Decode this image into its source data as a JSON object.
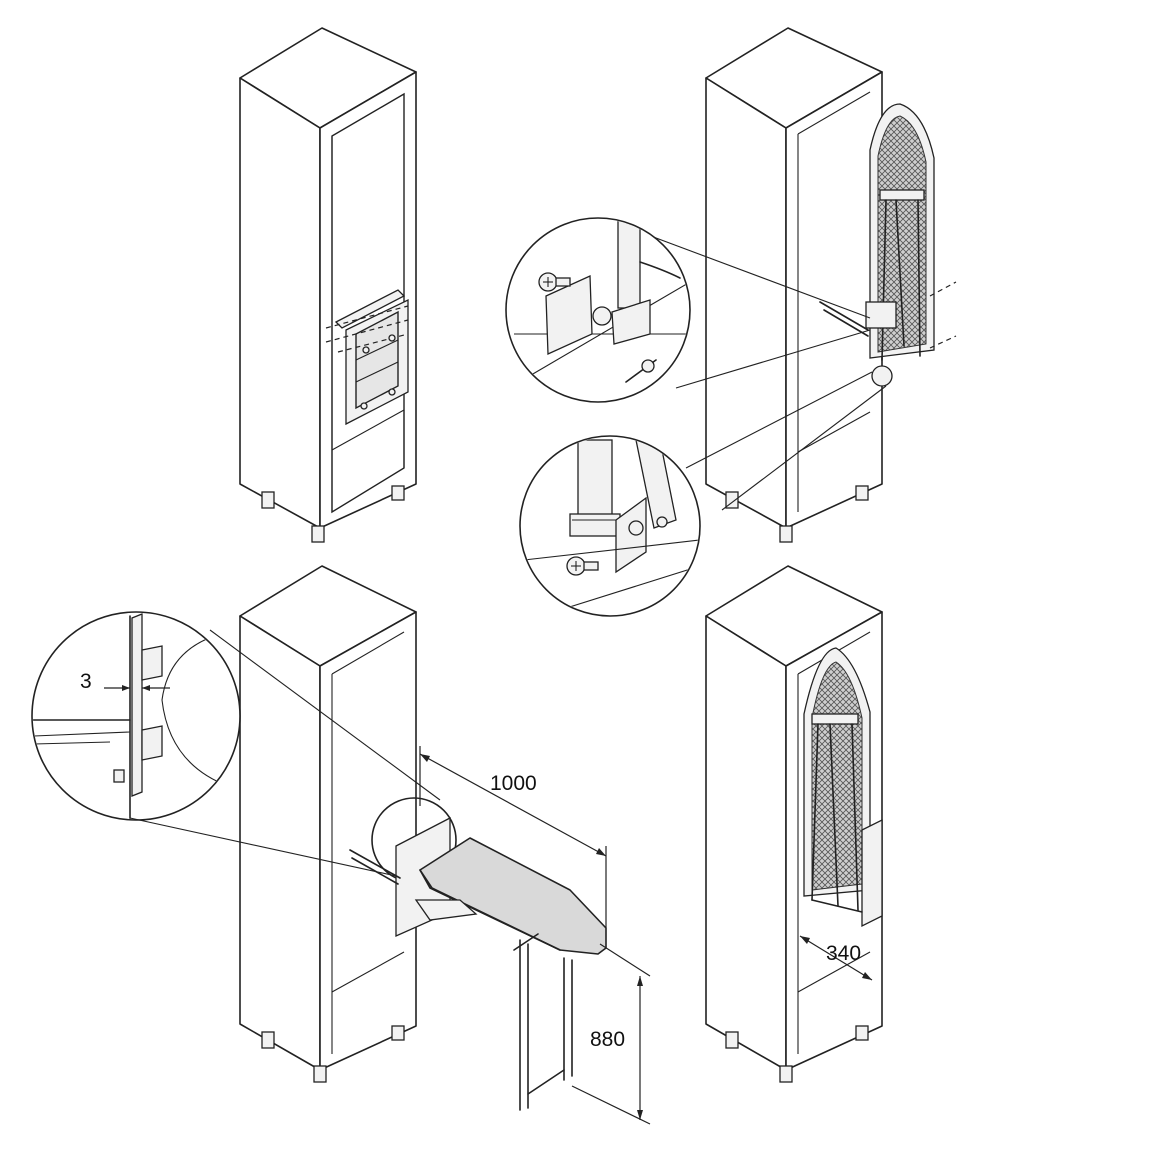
{
  "dimensions": {
    "board_length": "1000",
    "board_height": "880",
    "wall_gap": "3",
    "cabinet_width": "340"
  },
  "colors": {
    "line": "#222222",
    "board_fill": "#d9d9d9",
    "mesh_fill": "#bfbfbf",
    "background": "#ffffff"
  },
  "icons": [
    "cabinet",
    "mounting-bracket",
    "screw",
    "ironing-board",
    "detail-magnifier"
  ]
}
